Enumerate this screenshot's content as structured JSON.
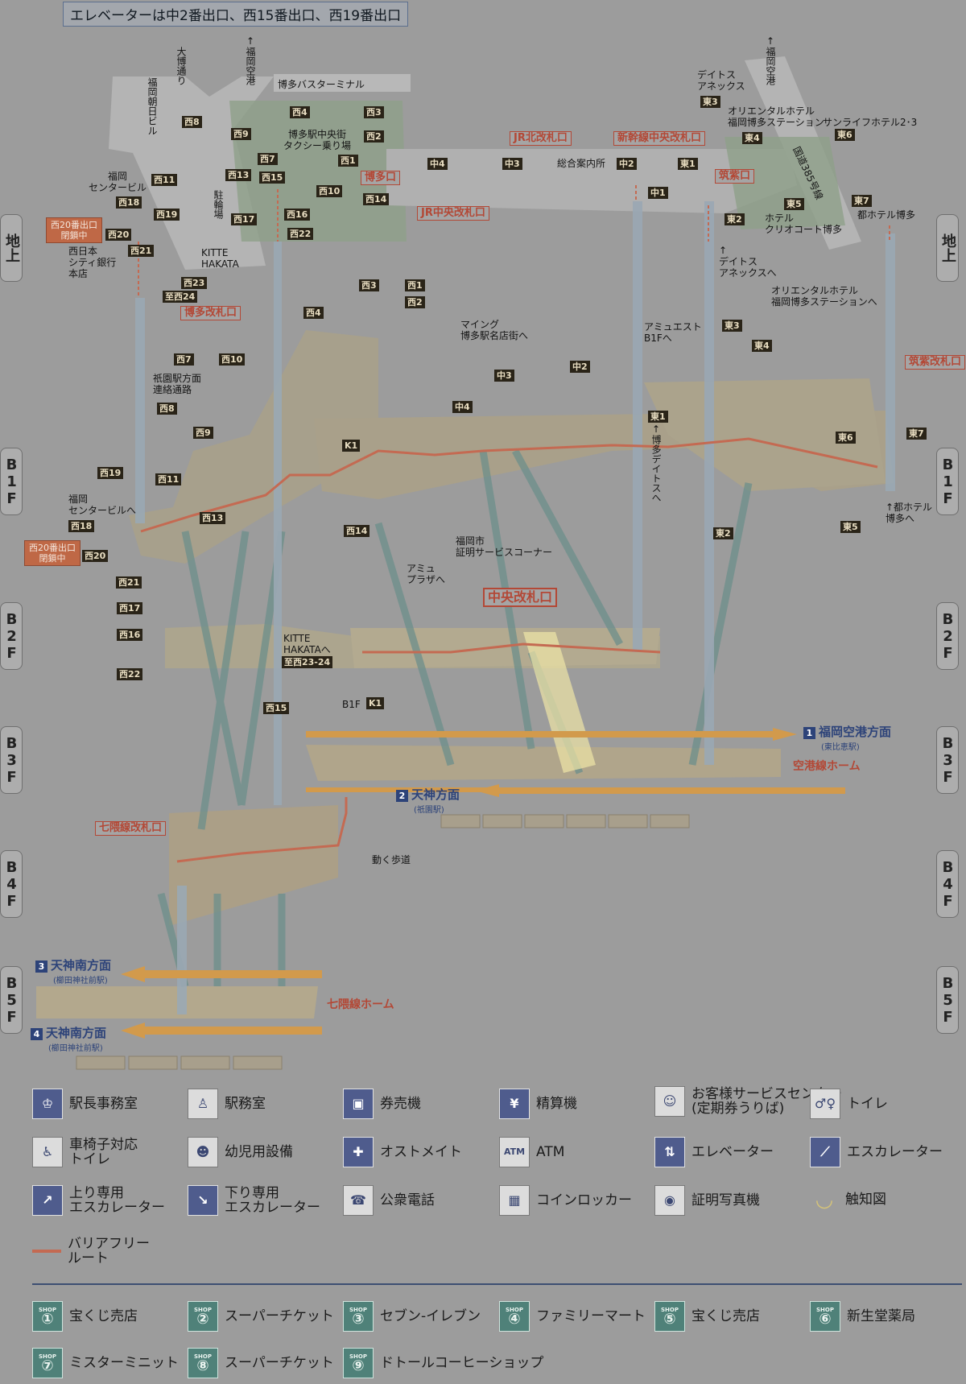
{
  "notice": "エレベーターは中2番出口、西15番出口、西19番出口",
  "floors": [
    "地上",
    "B1F",
    "B2F",
    "B3F",
    "B4F",
    "B5F"
  ],
  "labels": {
    "hakata_bus": "博多バスターミナル",
    "taxi": "博多駅中央街\nタクシー乗り場",
    "kitte": "KITTE\nHAKATA",
    "fukuoka_center": "福岡\nセンタービル",
    "nishinippon": "西日本\nシティ銀行\n本店",
    "asahi": "福岡朝日ビル",
    "daihaku": "大博通り",
    "airport_up": "↑福岡空港",
    "airport_up2": "↑福岡空港",
    "bicycle": "駐輪場",
    "info": "総合案内所",
    "deitos_annex": "デイトス\nアネックス",
    "oriental": "オリエンタルホテル\n福岡博多ステーション",
    "sunlife": "サンライフホテル2･3",
    "route385": "国道385号線",
    "clio": "ホテル\nクリオコート博多",
    "miyako": "都ホテル博多",
    "deitos_annex_b1": "↑\nデイトス\nアネックスへ",
    "oriental_b1": "オリエンタルホテル\n福岡博多ステーションへ",
    "amu_est": "アミュエスト\nB1Fへ",
    "ming": "マイング\n博多駅名店街へ",
    "gion_passage": "祇園駅方面\n連絡通路",
    "fukuoka_center_b1": "福岡\nセンタービルへ",
    "certificate": "福岡市\n証明サービスコーナー",
    "amu_plaza": "アミュ\nプラザへ",
    "kitte_b2": "KITTE\nHAKATAへ",
    "hakata_deitos": "↑博多デイトスへ",
    "miyako_b1": "↑都ホテル\n博多へ",
    "moving_walk": "動く歩道",
    "b1f_k1": "B1F"
  },
  "gates": {
    "jr_north": "JR北改札口",
    "shinkansen": "新幹線中央改札口",
    "hakata_exit": "博多口",
    "jr_central": "JR中央改札口",
    "chikushi_exit": "筑紫口",
    "hakata_gate": "博多改札口",
    "chikushi_gate": "筑紫改札口",
    "central_gate": "中央改札口",
    "nanakuma_gate": "七隈線改札口"
  },
  "closed_exits": {
    "nishi20_ground": "西20番出口\n閉鎖中",
    "nishi20_b1": "西20番出口\n閉鎖中"
  },
  "exits": {
    "w8": "西8",
    "w4": "西4",
    "w3": "西3",
    "w9": "西9",
    "w2": "西2",
    "w7": "西7",
    "w1": "西1",
    "w13": "西13",
    "w15": "西15",
    "w10": "西10",
    "w11": "西11",
    "w18": "西18",
    "w14": "西14",
    "w19": "西19",
    "w16": "西16",
    "w17": "西17",
    "w20": "西20",
    "w22": "西22",
    "w21": "西21",
    "w23": "西23",
    "to_w24": "至西24",
    "c4": "中4",
    "c3": "中3",
    "c2": "中2",
    "c1": "中1",
    "e1": "東1",
    "e2": "東2",
    "e3": "東3",
    "e4": "東4",
    "e5": "東5",
    "e6": "東6",
    "e7": "東7",
    "b_w3": "西3",
    "b_w1": "西1",
    "b_w2": "西2",
    "b_w4": "西4",
    "b_w7": "西7",
    "b_w10": "西10",
    "b_w8": "西8",
    "b_w9": "西9",
    "b_w11": "西11",
    "b_w19": "西19",
    "b_w18": "西18",
    "b_w20": "西20",
    "b_w13": "西13",
    "b_w14": "西14",
    "b_w21": "西21",
    "b_w17": "西17",
    "b_w16": "西16",
    "b_w22": "西22",
    "b_w15": "西15",
    "b_to_w23_24": "至西23-24",
    "b_c3": "中3",
    "b_c2": "中2",
    "b_c4": "中4",
    "b_e3": "東3",
    "b_e4": "東4",
    "b_e1": "東1",
    "b_e6": "東6",
    "b_e7": "東7",
    "b_e2": "東2",
    "b_e5": "東5",
    "k1": "K1",
    "k1b": "K1"
  },
  "directions": {
    "d1": {
      "num": "1",
      "text": "福岡空港方面",
      "sub": "(東比恵駅)"
    },
    "d2": {
      "num": "2",
      "text": "天神方面",
      "sub": "(祇園駅)"
    },
    "d3": {
      "num": "3",
      "text": "天神南方面",
      "sub": "(櫛田神社前駅)"
    },
    "d4": {
      "num": "4",
      "text": "天神南方面",
      "sub": "(櫛田神社前駅)"
    }
  },
  "platforms": {
    "airport_line": "空港線ホーム",
    "nanakuma_line": "七隈線ホーム"
  },
  "legend": [
    {
      "icon": "stationmaster-office-icon",
      "glyph": "♔",
      "label": "駅長事務室"
    },
    {
      "icon": "station-office-icon",
      "glyph": "♙",
      "label": "駅務室"
    },
    {
      "icon": "ticket-machine-icon",
      "glyph": "▣",
      "label": "券売機"
    },
    {
      "icon": "fare-adjustment-icon",
      "glyph": "¥",
      "label": "精算機"
    },
    {
      "icon": "customer-service-icon",
      "glyph": "☺",
      "label": "お客様サービスセンター\n(定期券うりば)"
    },
    {
      "icon": "toilet-icon",
      "glyph": "♂♀",
      "label": "トイレ"
    },
    {
      "icon": "wheelchair-toilet-icon",
      "glyph": "♿",
      "label": "車椅子対応\nトイレ"
    },
    {
      "icon": "baby-care-icon",
      "glyph": "☻",
      "label": "幼児用設備"
    },
    {
      "icon": "ostomate-icon",
      "glyph": "✚",
      "label": "オストメイト"
    },
    {
      "icon": "atm-icon",
      "glyph": "ATM",
      "label": "ATM"
    },
    {
      "icon": "elevator-icon",
      "glyph": "⇅",
      "label": "エレベーター"
    },
    {
      "icon": "escalator-icon",
      "glyph": "⟋",
      "label": "エスカレーター"
    },
    {
      "icon": "up-escalator-icon",
      "glyph": "↗",
      "label": "上り専用\nエスカレーター"
    },
    {
      "icon": "down-escalator-icon",
      "glyph": "↘",
      "label": "下り専用\nエスカレーター"
    },
    {
      "icon": "public-phone-icon",
      "glyph": "☎",
      "label": "公衆電話"
    },
    {
      "icon": "coin-locker-icon",
      "glyph": "▦",
      "label": "コインロッカー"
    },
    {
      "icon": "photo-booth-icon",
      "glyph": "◉",
      "label": "証明写真機"
    },
    {
      "icon": "tactile-map-icon",
      "glyph": "◡",
      "label": "触知図"
    },
    {
      "icon": "barrier-free-route-icon",
      "glyph": "",
      "label": "バリアフリー\nルート"
    }
  ],
  "shops": [
    {
      "num": "①",
      "label": "宝くじ売店"
    },
    {
      "num": "②",
      "label": "スーパーチケット"
    },
    {
      "num": "③",
      "label": "セブン-イレブン"
    },
    {
      "num": "④",
      "label": "ファミリーマート"
    },
    {
      "num": "⑤",
      "label": "宝くじ売店"
    },
    {
      "num": "⑥",
      "label": "新生堂薬局"
    },
    {
      "num": "⑦",
      "label": "ミスターミニット"
    },
    {
      "num": "⑧",
      "label": "スーパーチケット"
    },
    {
      "num": "⑨",
      "label": "ドトールコーヒーショップ"
    }
  ],
  "shop_tag": "SHOP",
  "colors": {
    "background": "#9c9c9c",
    "route": "#c46a52",
    "facility": "#4f5c8d",
    "shop": "#4f8179",
    "gate": "#b34836",
    "direction": "#2d4379",
    "highlight": "#f0e6a6"
  }
}
